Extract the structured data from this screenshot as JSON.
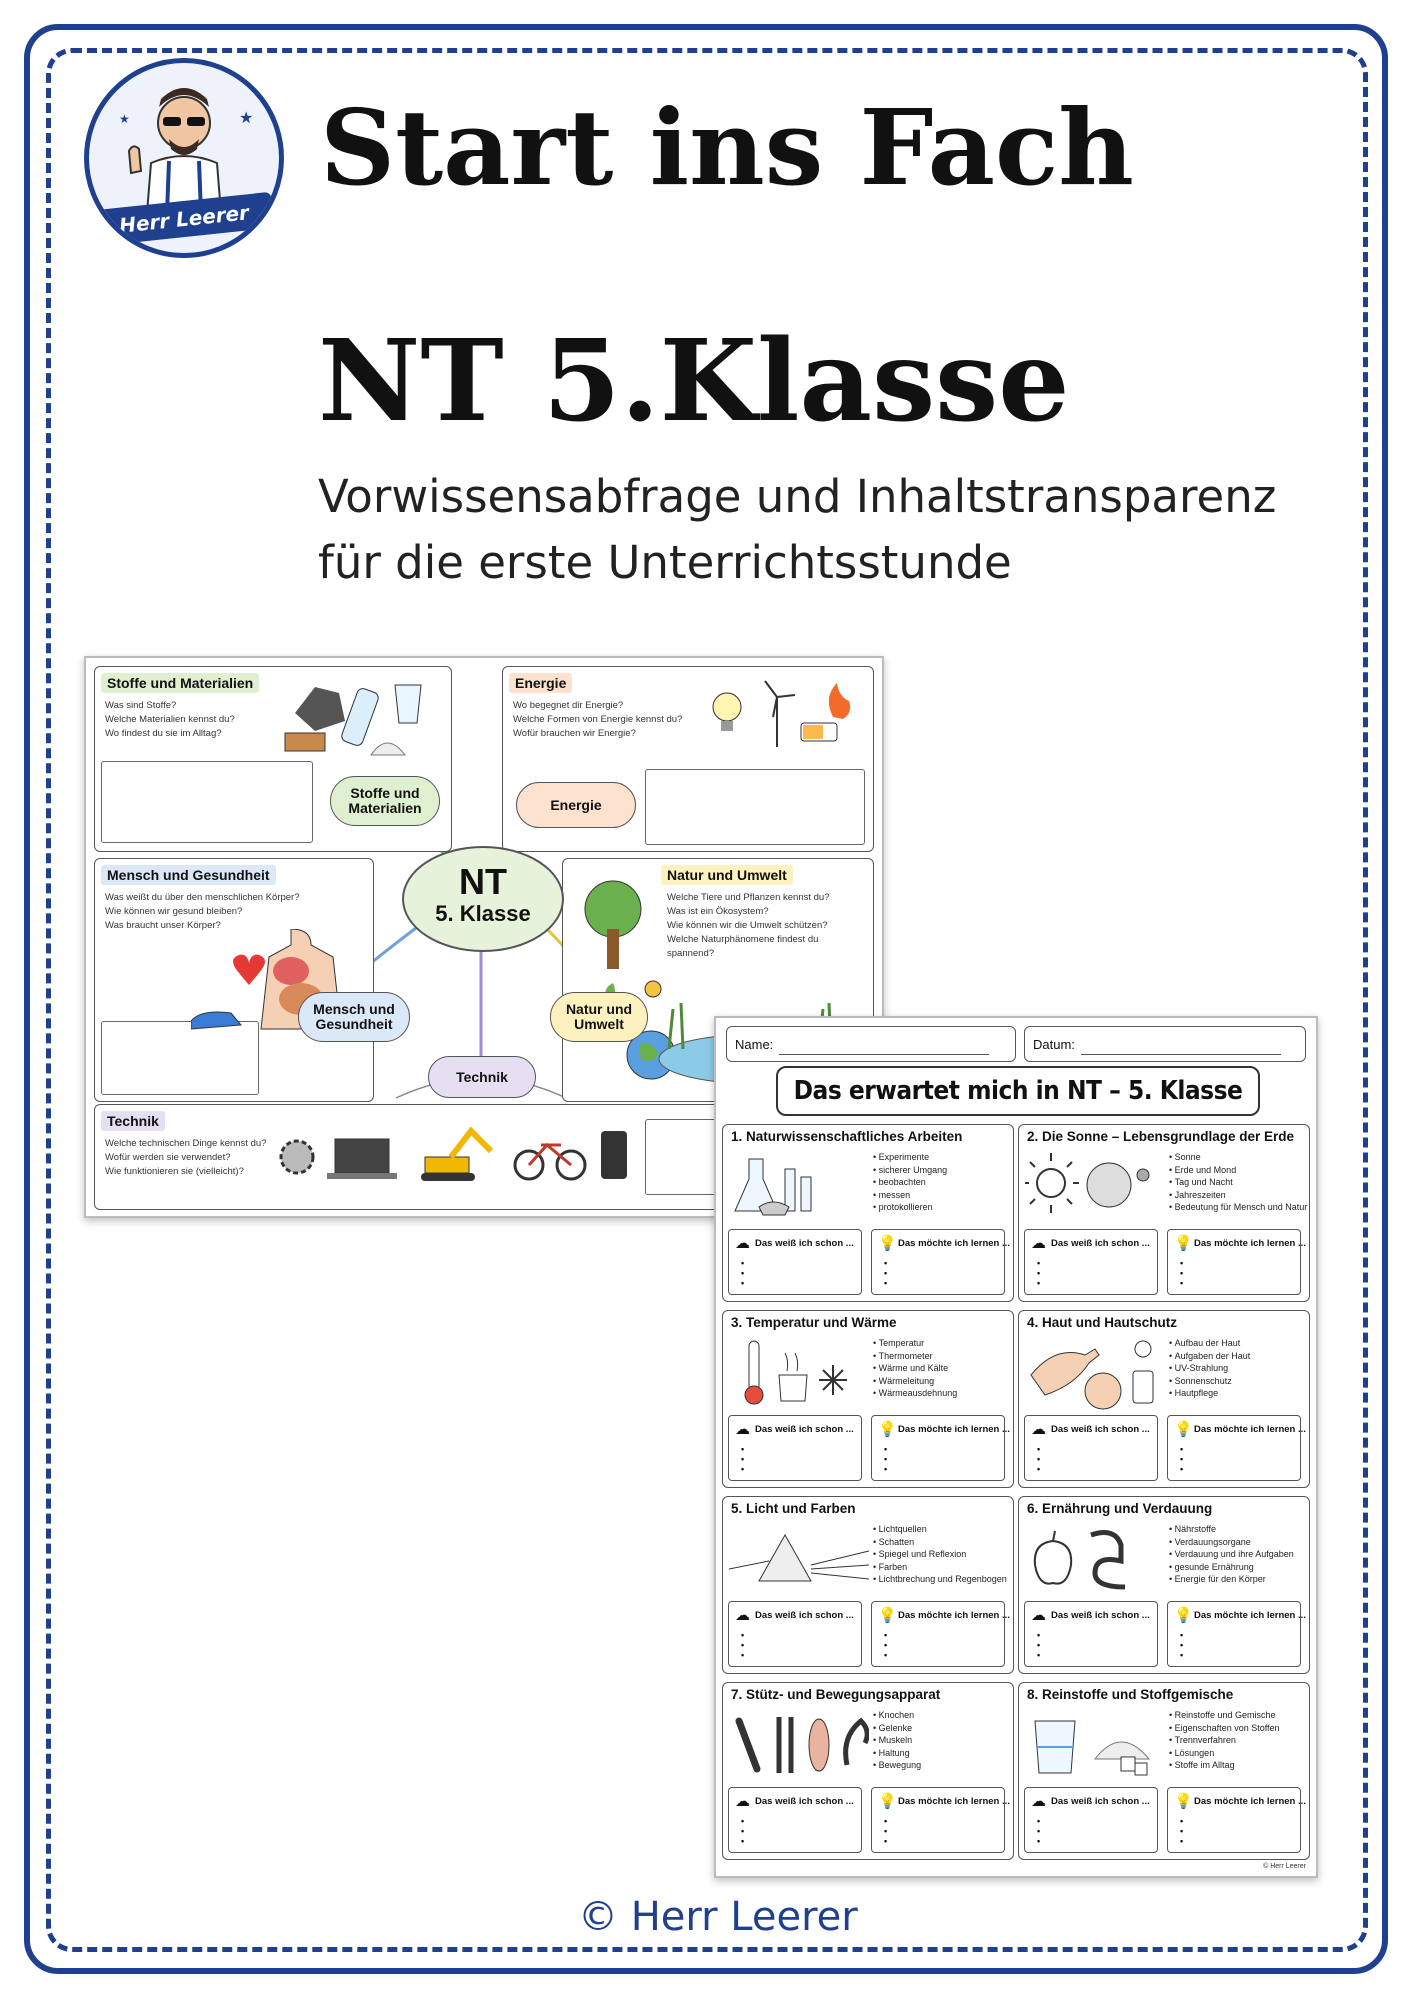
{
  "header": {
    "title_line1": "Start ins Fach",
    "title_line2": "NT 5.Klasse",
    "subtitle_line1": "Vorwissensabfrage und Inhaltstransparenz",
    "subtitle_line2": "für die erste Unterrichtsstunde"
  },
  "logo": {
    "text": "Herr Leerer"
  },
  "footer": {
    "text": "© Herr Leerer"
  },
  "colors": {
    "frame": "#1f3f8f",
    "green_tag": "#dff0d0",
    "orange_tag": "#fde2cf",
    "blue_tag": "#dbe8f7",
    "yellow_tag": "#fdf1bf",
    "purple_tag": "#e6def3"
  },
  "mindmap": {
    "center_title": "NT",
    "center_subtitle": "5. Klasse",
    "stoffe": {
      "tag": "Stoffe und Materialien",
      "q1": "Was sind Stoffe?",
      "q2": "Welche Materialien kennst du?",
      "q3": "Wo findest du sie im Alltag?"
    },
    "energie": {
      "tag": "Energie",
      "q1": "Wo begegnet dir Energie?",
      "q2": "Welche Formen von Energie kennst du?",
      "q3": "Wofür brauchen wir Energie?"
    },
    "mensch": {
      "tag": "Mensch und Gesundheit",
      "q1": "Was weißt du über den menschlichen Körper?",
      "q2": "Wie können wir gesund bleiben?",
      "q3": "Was braucht unser Körper?"
    },
    "natur": {
      "tag": "Natur und Umwelt",
      "q1": "Welche Tiere und Pflanzen kennst du?",
      "q2": "Was ist ein Ökosystem?",
      "q3": "Wie können wir die Umwelt schützen?",
      "q4": "Welche Naturphänomene findest du",
      "q5": "spannend?"
    },
    "technik": {
      "tag": "Technik",
      "q1": "Welche technischen Dinge kennst du?",
      "q2": "Wofür werden sie verwendet?",
      "q3": "Wie funktionieren sie (vielleicht)?"
    },
    "pills": {
      "stoffe_l1": "Stoffe und",
      "stoffe_l2": "Materialien",
      "energie": "Energie",
      "mensch_l1": "Mensch und",
      "mensch_l2": "Gesundheit",
      "natur_l1": "Natur und",
      "natur_l2": "Umwelt",
      "technik": "Technik"
    }
  },
  "worksheet": {
    "name_label": "Name:",
    "date_label": "Datum:",
    "title": "Das erwartet mich in NT – 5. Klasse",
    "know_label": "Das weiß ich schon ...",
    "learn_label": "Das möchte ich lernen ...",
    "copyright": "© Herr Leerer",
    "sections": [
      {
        "title": "1. Naturwissenschaftliches Arbeiten",
        "items": [
          "Experimente",
          "sicherer Umgang",
          "beobachten",
          "messen",
          "protokollieren"
        ]
      },
      {
        "title": "2. Die Sonne – Lebensgrundlage der Erde",
        "items": [
          "Sonne",
          "Erde und Mond",
          "Tag und Nacht",
          "Jahreszeiten",
          "Bedeutung für Mensch und Natur"
        ]
      },
      {
        "title": "3. Temperatur und Wärme",
        "items": [
          "Temperatur",
          "Thermometer",
          "Wärme und Kälte",
          "Wärmeleitung",
          "Wärmeausdehnung"
        ]
      },
      {
        "title": "4. Haut und Hautschutz",
        "items": [
          "Aufbau der Haut",
          "Aufgaben der Haut",
          "UV-Strahlung",
          "Sonnenschutz",
          "Hautpflege"
        ]
      },
      {
        "title": "5. Licht und Farben",
        "items": [
          "Lichtquellen",
          "Schatten",
          "Spiegel und Reflexion",
          "Farben",
          "Lichtbrechung und Regenbogen"
        ]
      },
      {
        "title": "6. Ernährung und Verdauung",
        "items": [
          "Nährstoffe",
          "Verdauungsorgane",
          "Verdauung und ihre Aufgaben",
          "gesunde Ernährung",
          "Energie für den Körper"
        ]
      },
      {
        "title": "7. Stütz- und Bewegungsapparat",
        "items": [
          "Knochen",
          "Gelenke",
          "Muskeln",
          "Haltung",
          "Bewegung"
        ]
      },
      {
        "title": "8. Reinstoffe und Stoffgemische",
        "items": [
          "Reinstoffe und Gemische",
          "Eigenschaften von Stoffen",
          "Trennverfahren",
          "Lösungen",
          "Stoffe im Alltag"
        ]
      }
    ]
  }
}
